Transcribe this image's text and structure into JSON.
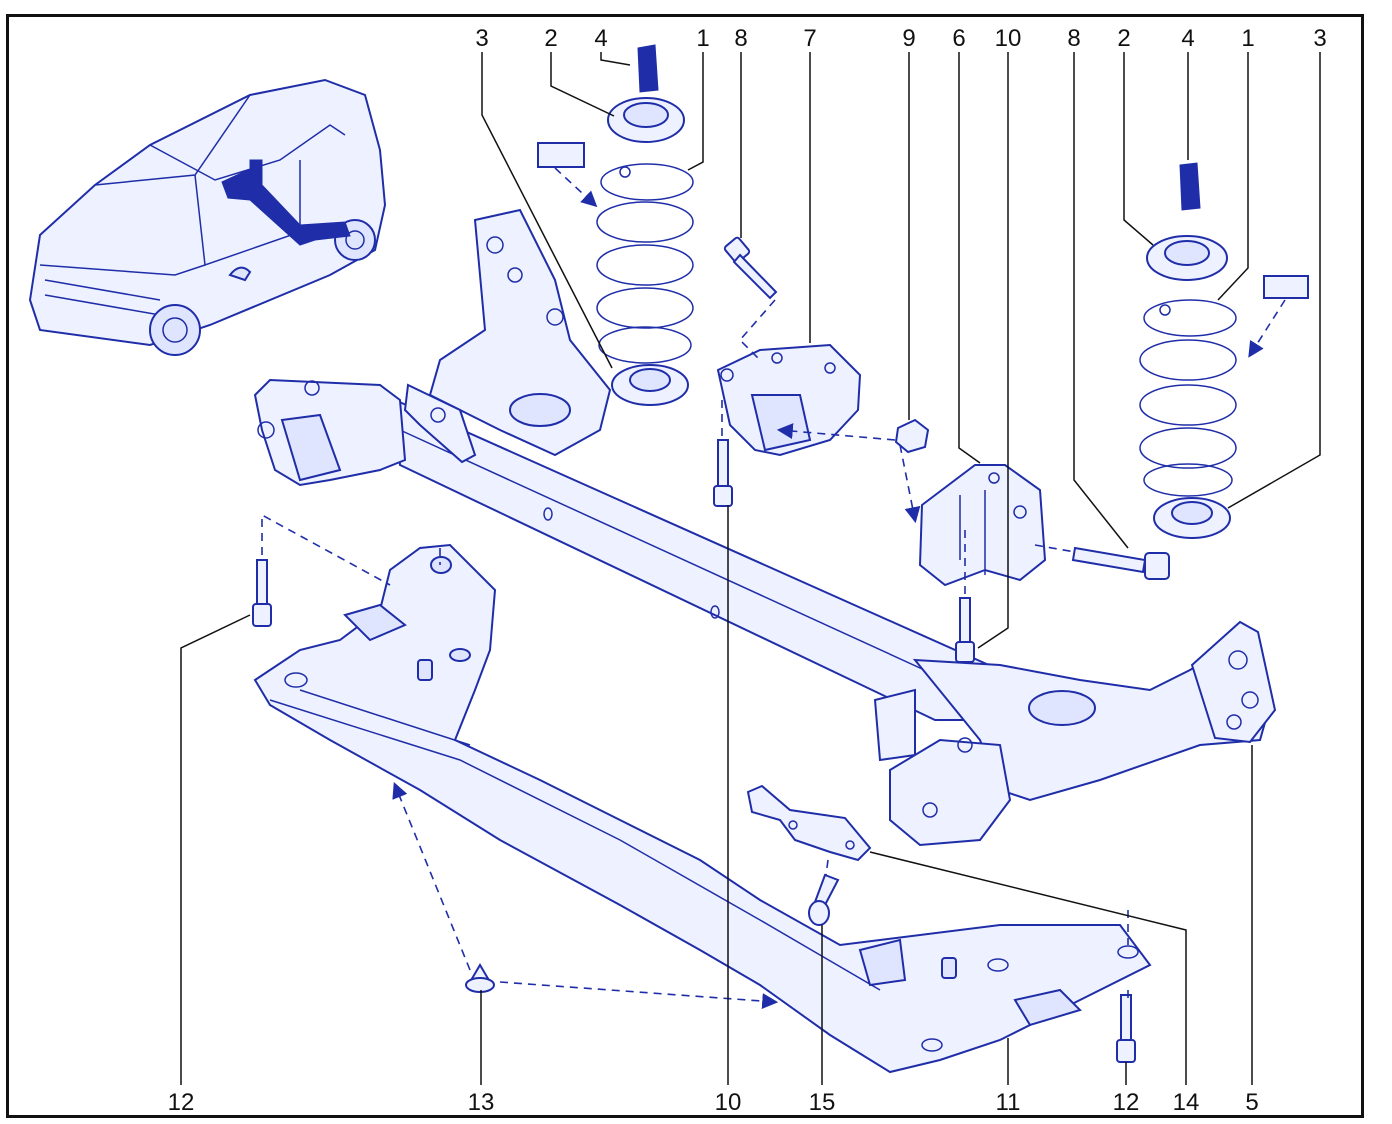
{
  "diagram": {
    "callouts_top": [
      "3",
      "2",
      "4",
      "1",
      "8",
      "7",
      "9",
      "6",
      "10",
      "8",
      "2",
      "4",
      "1",
      "3"
    ],
    "callouts_bottom": [
      "12",
      "13",
      "10",
      "15",
      "11",
      "12",
      "14",
      "5"
    ],
    "colors": {
      "line": "#1f2ea8",
      "fill": "#eef1ff",
      "fill_dark": "#dfe5ff",
      "text": "#111111",
      "frame": "#111111"
    }
  }
}
